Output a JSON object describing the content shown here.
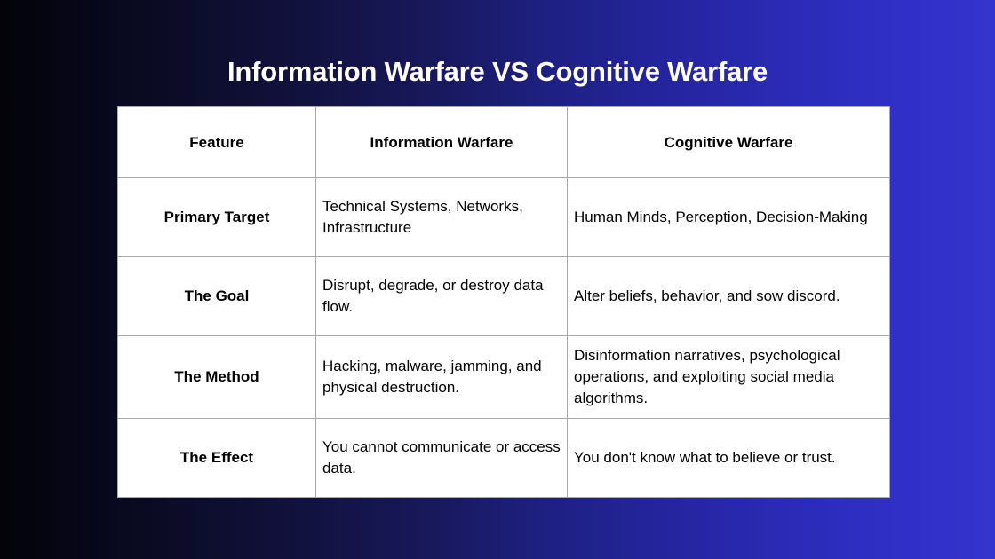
{
  "slide": {
    "title": "Information Warfare VS Cognitive Warfare",
    "background": {
      "start_color": "#030308",
      "mid_color": "#1e2082",
      "end_color": "#3434ce"
    },
    "title_color": "#ffffff"
  },
  "table": {
    "grid_line_color": "#a8a8a8",
    "cell_background": "#ffffff",
    "text_color": "#000000",
    "headers": [
      "Feature",
      "Information Warfare",
      "Cognitive Warfare"
    ],
    "rows": [
      {
        "feature": "Primary Target",
        "information_warfare": "Technical Systems, Networks, Infrastructure",
        "cognitive_warfare": "Human Minds, Perception, Decision-Making"
      },
      {
        "feature": "The Goal",
        "information_warfare": "Disrupt, degrade, or destroy data flow.",
        "cognitive_warfare": "Alter beliefs, behavior, and sow discord."
      },
      {
        "feature": "The Method",
        "information_warfare": "Hacking, malware, jamming, and physical destruction.",
        "cognitive_warfare": "Disinformation narratives, psychological operations, and exploiting social media algorithms."
      },
      {
        "feature": "The Effect",
        "information_warfare": "You cannot communicate or access data.",
        "cognitive_warfare": "You don't know what to believe or trust."
      }
    ]
  }
}
